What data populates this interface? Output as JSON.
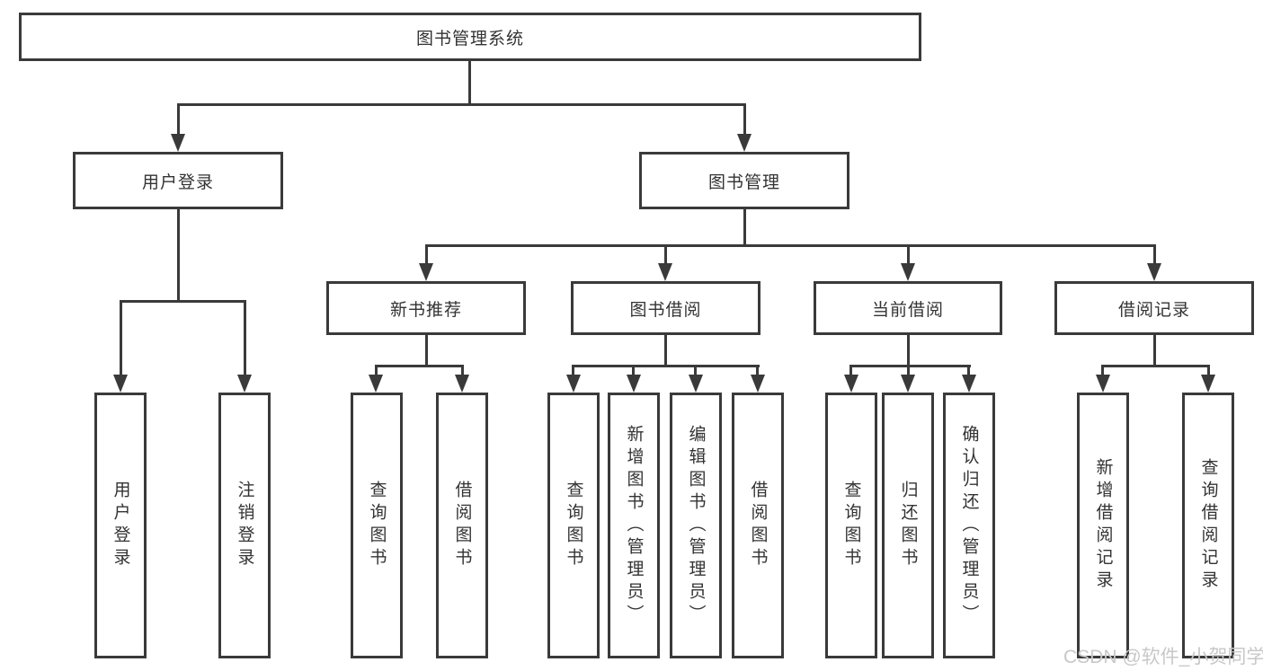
{
  "diagram": {
    "type": "hierarchy-tree",
    "title": "图书管理系统",
    "colors": {
      "line": "#3a3a3a",
      "text": "#333333",
      "box_background": "#ffffff",
      "watermark_text": "#c8c8c8"
    },
    "nodes": {
      "root": "图书管理系统",
      "user_login": "用户登录",
      "book_mgmt": "图书管理",
      "new_book_rec": "新书推荐",
      "book_borrow": "图书借阅",
      "current_borrow": "当前借阅",
      "borrow_records": "借阅记录",
      "leaf_user_login": "用户登录",
      "leaf_logout": "注销登录",
      "leaf_rec_query_book": "查询图书",
      "leaf_rec_borrow_book": "借阅图书",
      "leaf_bb_query_book": "查询图书",
      "leaf_bb_add_book": "新增图书（管理员）",
      "leaf_bb_edit_book": "编辑图书（管理员）",
      "leaf_bb_borrow_book": "借阅图书",
      "leaf_cb_query_book": "查询图书",
      "leaf_cb_return_book": "归还图书",
      "leaf_cb_confirm_return": "确认归还（管理员）",
      "leaf_br_add_record": "新增借阅记录",
      "leaf_br_query_record": "查询借阅记录"
    },
    "watermark": "CSDN @软件_小贺同学"
  }
}
